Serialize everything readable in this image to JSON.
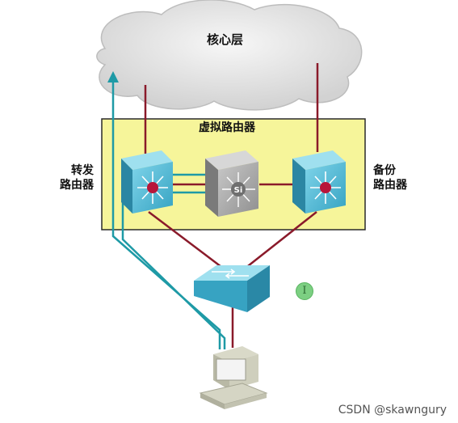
{
  "labels": {
    "core_layer": "核心层",
    "virtual_router": "虚拟路由器",
    "forwarding_router_line1": "转发",
    "forwarding_router_line2": "路由器",
    "backup_router_line1": "备份",
    "backup_router_line2": "路由器",
    "si_badge": "Si",
    "cursor_glyph": "I"
  },
  "watermark": "CSDN @skawngury",
  "colors": {
    "cloud": "#e6e6e6",
    "virtual_router_box": "#f6f59a",
    "router_blue": "#3aa7c4",
    "router_hub": "#b8163a",
    "si_switch_gray": "#a9a9a9",
    "physical_link": "#8a1a2a",
    "traffic_path": "#1e9aa6"
  },
  "icons": [
    "cloud-icon",
    "router-icon",
    "si-switch-icon",
    "access-switch-icon",
    "computer-icon"
  ]
}
